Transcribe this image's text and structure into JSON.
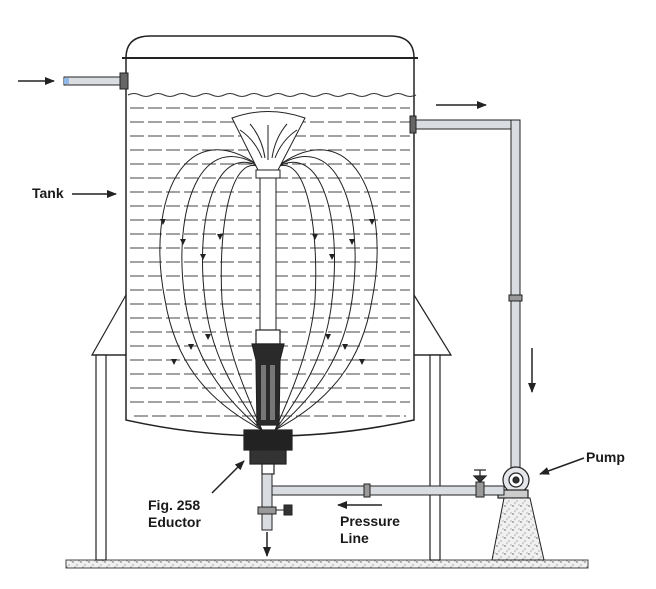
{
  "labels": {
    "tank": "Tank",
    "pump": "Pump",
    "eductor_line1": "Fig. 258",
    "eductor_line2": "Eductor",
    "pressure_line1": "Pressure",
    "pressure_line2": "Line"
  },
  "colors": {
    "line": "#222222",
    "pipe_fill": "#d9dde2",
    "inlet_accent": "#8fb8e8",
    "ground_fill": "#e8e8e8",
    "base_fill": "#eeeeee"
  },
  "icons": {
    "flow_arrow": "arrow-icon",
    "valve": "valve-icon",
    "pump": "pump-icon",
    "eductor": "eductor-icon"
  }
}
